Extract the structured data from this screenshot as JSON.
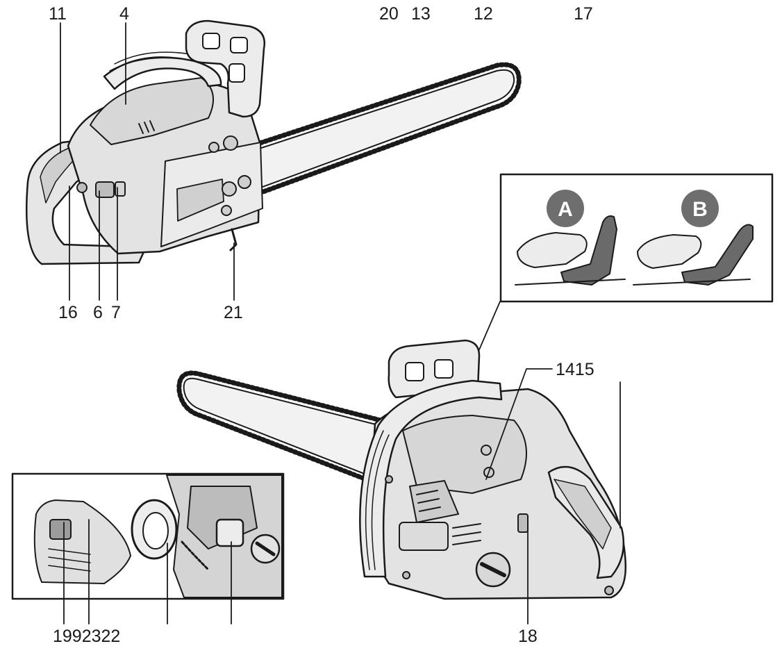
{
  "labels": {
    "top": {
      "l11": "11",
      "l4": "4",
      "l20": "20",
      "l13": "13",
      "l12": "12",
      "l17": "17"
    },
    "mid": {
      "l16": "16",
      "l6": "6",
      "l7": "7",
      "l21": "21"
    },
    "right": {
      "l1415": "1415"
    },
    "bottom": {
      "l1992322": "1992322",
      "l18": "18"
    }
  },
  "inset_brake": {
    "badge_a": "A",
    "badge_b": "B"
  },
  "colors": {
    "line": "#1a1a1a",
    "body": "#e3e3e3",
    "dark": "#5c5c5c",
    "badge": "#6e6e6e"
  }
}
